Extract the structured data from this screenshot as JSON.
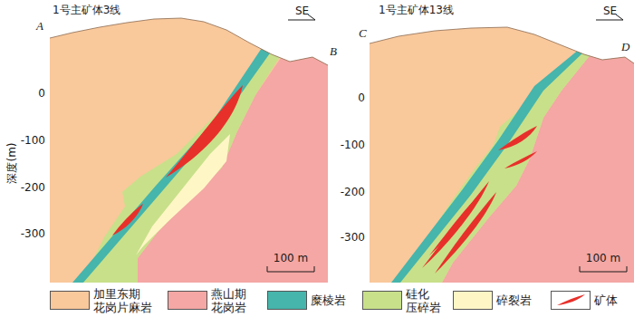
{
  "diagram": {
    "labels": [
      "1号主矿体3线",
      "A",
      "SE",
      "B",
      "0",
      "-100",
      "-200",
      "-300",
      "深度(m)",
      "100 m",
      "1号主矿体13线",
      "C",
      "SE",
      "D",
      "0",
      "-100",
      "-200",
      "-300",
      "100 m"
    ],
    "legend": [
      {
        "text": "加里东期 花岗片麻岩",
        "color": "#f9c89b"
      },
      {
        "text": "燕山期 花岗岩",
        "color": "#f4a7a4"
      },
      {
        "text": "糜棱岩",
        "color": "#46b5ab"
      },
      {
        "text": "硅化 压碎岩",
        "color": "#c8e08a"
      },
      {
        "text": "碎裂岩",
        "color": "#fff6c6"
      },
      {
        "text": "矿体"
      }
    ]
  }
}
